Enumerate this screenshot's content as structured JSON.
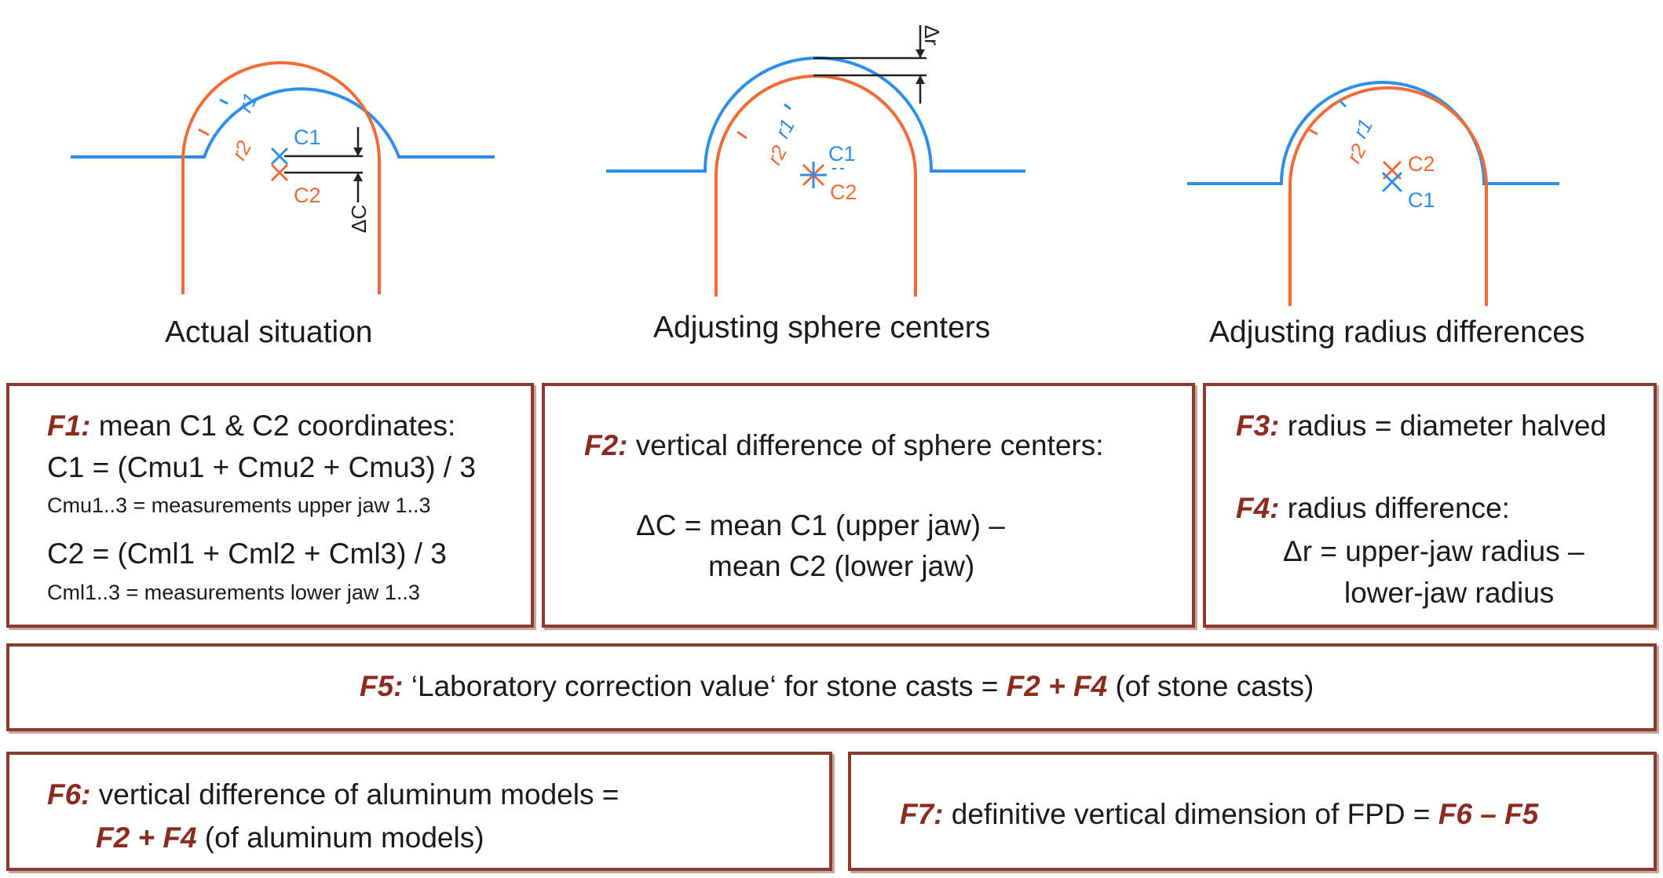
{
  "panels": [
    {
      "caption": "Actual situation",
      "label_c1": "C1",
      "label_c2": "C2",
      "label_r1": "r1",
      "label_r2": "r2",
      "dim_label": "ΔC"
    },
    {
      "caption": "Adjusting sphere centers",
      "label_c1": "C1",
      "label_c2": "C2",
      "label_r1": "r1",
      "label_r2": "r2",
      "dim_label": "Δr"
    },
    {
      "caption": "Adjusting radius differences",
      "label_c1": "C1",
      "label_c2": "C2",
      "label_r1": "r1",
      "label_r2": "r2"
    }
  ],
  "formulas": {
    "f1": {
      "tag": "F1:",
      "title": "mean C1 & C2 coordinates:",
      "line1": "C1 = (Cmu1 + Cmu2 + Cmu3) / 3",
      "note1": "Cmu1..3 = measurements upper jaw 1..3",
      "line2": "C2 = (Cml1 + Cml2 + Cml3) / 3",
      "note2": "Cml1..3 = measurements lower jaw 1..3"
    },
    "f2": {
      "tag": "F2:",
      "title": "vertical difference of sphere centers:",
      "line1": "ΔC = mean C1 (upper jaw) –",
      "line2": "mean C2 (lower jaw)"
    },
    "f3": {
      "tag": "F3:",
      "text": "radius = diameter halved"
    },
    "f4": {
      "tag": "F4:",
      "title": "radius difference:",
      "line1": "Δr = upper-jaw radius –",
      "line2": "lower-jaw radius"
    },
    "f5": {
      "tag": "F5:",
      "text_a": "‘Laboratory correction value‘ for stone casts = ",
      "ref": "F2 + F4",
      "text_b": " (of stone casts)"
    },
    "f6": {
      "tag": "F6:",
      "title": "vertical difference of aluminum models =",
      "ref": "F2 + F4",
      "text_b": " (of aluminum models)"
    },
    "f7": {
      "tag": "F7:",
      "text": "definitive vertical dimension of FPD = ",
      "ref": "F6 – F5"
    }
  },
  "colors": {
    "upper_jaw": "#2f8fe8",
    "lower_jaw": "#f26b36",
    "frame": "#8b3a2f",
    "formula_label": "#8b2a1e"
  }
}
